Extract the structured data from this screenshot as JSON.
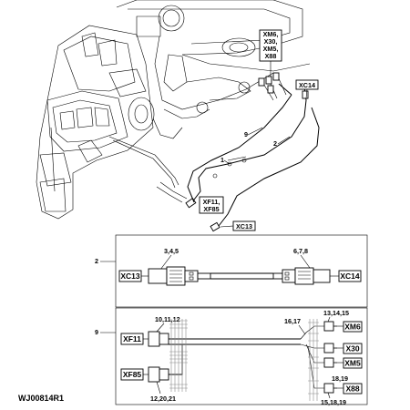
{
  "top_view": {
    "callouts": {
      "xm_group": [
        "XM6,",
        "X30,",
        "XM5,",
        "X88"
      ],
      "xc14": "XC14",
      "xf_group": [
        "XF11,",
        "XF85"
      ],
      "xc13": "XC13",
      "item_9": "9",
      "item_2": "2",
      "item_1": "1"
    }
  },
  "harness_2": {
    "item_no": "2",
    "left_connector": "XC13",
    "right_connector": "XC14",
    "left_parts": "3,4,5",
    "right_parts": "6,7,8"
  },
  "harness_9": {
    "item_no": "9",
    "xf11": "XF11",
    "xf85": "XF85",
    "xf11_parts": "10,11,12",
    "xf85_parts": "12,20,21",
    "mid_parts": "16,17",
    "xm6_parts": "13,14,15",
    "x88_upper_parts": "18,19",
    "x88_lower_parts": "15,18,19",
    "xm6": "XM6",
    "x30": "X30",
    "xm5": "XM5",
    "x88": "X88"
  },
  "figure_id": "WJ00814R1"
}
